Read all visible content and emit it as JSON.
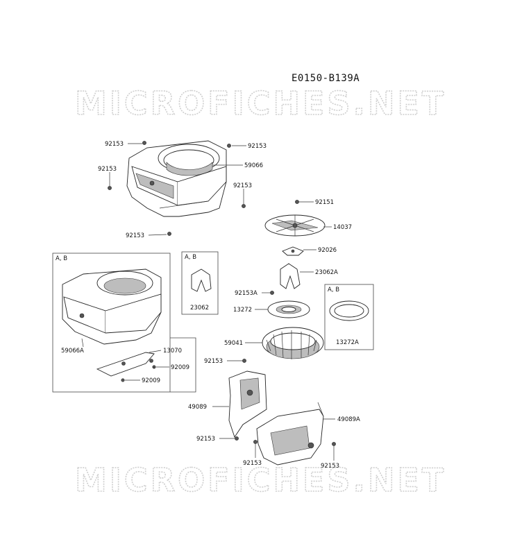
{
  "diagram_code": "E0150-B139A",
  "watermark": "MICROFICHES.NET",
  "box_labels": {
    "box_main": "A, B",
    "box_23062": "A, B",
    "box_13272a": "A, B"
  },
  "parts": {
    "p92153_top_left": "92153",
    "p92153_top_right": "92153",
    "p59066": "59066",
    "p92153_left": "92153",
    "p92153_right": "92153",
    "p92153_bottom": "92153",
    "p92151": "92151",
    "p14037": "14037",
    "p92026": "92026",
    "p23062a": "23062A",
    "p23062": "23062",
    "p92153a": "92153A",
    "p13272": "13272",
    "p13272a": "13272A",
    "p59041": "59041",
    "p59066a": "59066A",
    "p13070": "13070",
    "p92009_a": "92009",
    "p92009_b": "92009",
    "p92153_mid": "92153",
    "p49089": "49089",
    "p49089a": "49089A",
    "p92153_low1": "92153",
    "p92153_low2": "92153",
    "p92153_low3": "92153"
  }
}
